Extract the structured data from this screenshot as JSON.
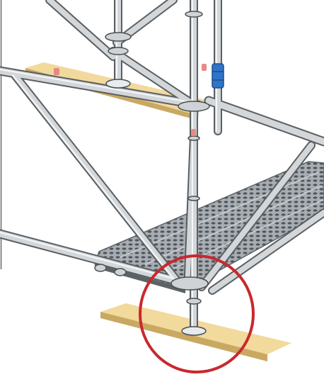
{
  "image": {
    "subject": "scaffold-base-detail",
    "colors": {
      "background": "#ffffff",
      "tube_fill": "#d3d7da",
      "tube_stroke": "#5a5f63",
      "tube_highlight": "#f4f6f7",
      "plank": "#f2d99c",
      "plank_edge": "#c9a862",
      "deck": "#9aa1a6",
      "deck_dark": "#5c6367",
      "coupler_blue": "#2f74c8",
      "marker_red": "#e58a84",
      "highlight_circle": "#c8282e"
    },
    "elements": {
      "upper_plank": "base-plank",
      "lower_plank": "base-plank",
      "base_plates": "base-plate",
      "vertical_standards": "standard-tube",
      "diagonal_braces": "brace-tube",
      "ledgers": "ledger-tube",
      "deck": "perforated-steel-deck",
      "wedge_couplers": "wedge-coupler",
      "blue_coupler": "blue-swivel-coupler",
      "red_markers": "red-marker",
      "highlight": "red-circle-highlight"
    }
  }
}
